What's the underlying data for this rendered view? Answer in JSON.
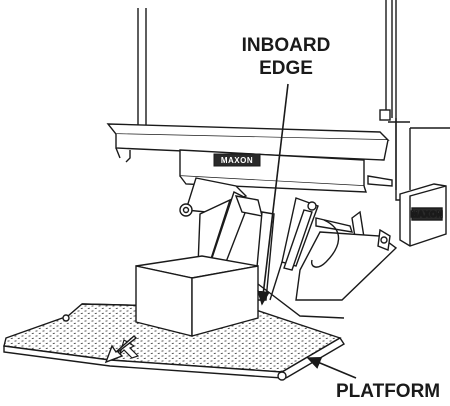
{
  "labels": {
    "inboard_line1": "INBOARD",
    "inboard_line2": "EDGE",
    "platform": "PLATFORM"
  },
  "brand": {
    "body_plate": "MAXON",
    "side_box": "MAXON"
  },
  "icons": {
    "direction_arrow": "arrow-down-left-icon",
    "callout_arrows": "leader-arrow-icon"
  },
  "colors": {
    "line": "#1a1a1a",
    "fill": "#ffffff",
    "plate": "#2a2a2a",
    "mesh": "#444444"
  }
}
